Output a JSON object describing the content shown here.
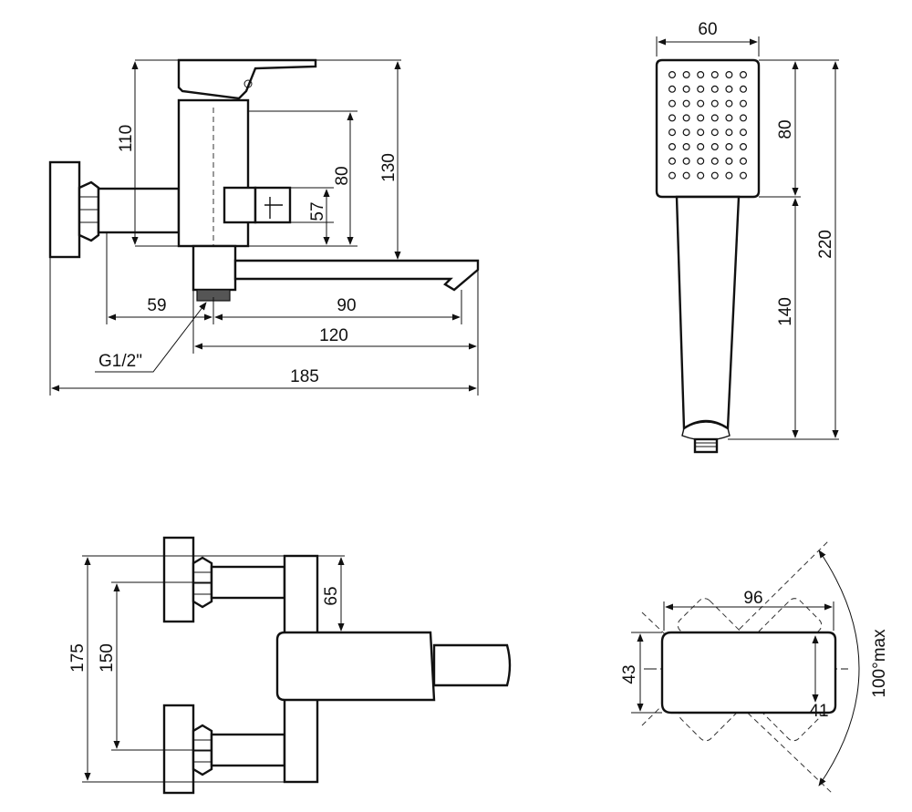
{
  "side_view": {
    "dims": {
      "d110": "110",
      "d80": "80",
      "d57": "57",
      "d130": "130",
      "d59": "59",
      "d90": "90",
      "d120": "120",
      "d185": "185",
      "thread": "G1/2\""
    }
  },
  "hand_shower": {
    "dims": {
      "d60": "60",
      "d80": "80",
      "d140": "140",
      "d220": "220"
    },
    "nozzle_rows": 8,
    "nozzle_cols": 6
  },
  "top_view": {
    "dims": {
      "d175": "175",
      "d150": "150",
      "d65": "65"
    }
  },
  "handle_view": {
    "dims": {
      "d96": "96",
      "d43": "43",
      "d41": "41",
      "angle": "100°max"
    }
  },
  "colors": {
    "line": "#111111",
    "background": "#ffffff"
  }
}
